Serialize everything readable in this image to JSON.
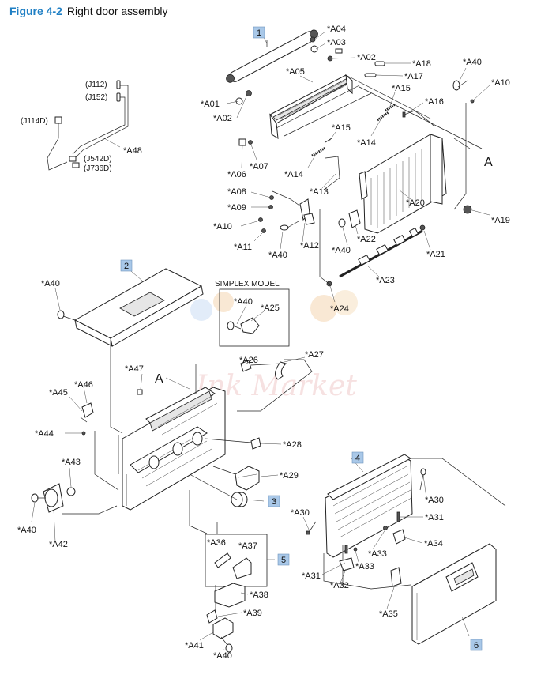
{
  "caption": {
    "figure": "Figure 4-2",
    "title": "Right door assembly"
  },
  "simplex_label": "SIMPLEX MODEL",
  "assembly_marker": "A",
  "assembly_marker_b": "A",
  "watermark": "Ink Market",
  "numbers": {
    "n1": "1",
    "n2": "2",
    "n3": "3",
    "n4": "4",
    "n5": "5",
    "n6": "6"
  },
  "connectors": {
    "j112": "(J112)",
    "j152": "(J152)",
    "j114d": "(J114D)",
    "j542d": "(J542D)",
    "j736d": "(J736D)"
  },
  "callouts": {
    "a04": "*A04",
    "a03": "*A03",
    "a02_top": "*A02",
    "a18": "*A18",
    "a17": "*A17",
    "a40_tr": "*A40",
    "a10_tr": "*A10",
    "a05": "*A05",
    "a15_top": "*A15",
    "a16": "*A16",
    "a01": "*A01",
    "a02_left": "*A02",
    "a15_mid": "*A15",
    "a14_right": "*A14",
    "a48": "*A48",
    "a06": "*A06",
    "a07": "*A07",
    "a14_left": "*A14",
    "a13": "*A13",
    "a20": "*A20",
    "a08": "*A08",
    "a09": "*A09",
    "a19": "*A19",
    "a10_mid": "*A10",
    "a22": "*A22",
    "a11": "*A11",
    "a40_mid": "*A40",
    "a12": "*A12",
    "a40_mid2": "*A40",
    "a21": "*A21",
    "a23": "*A23",
    "a40_left": "*A40",
    "a40_simplex": "*A40",
    "a25": "*A25",
    "a24": "*A24",
    "a47": "*A47",
    "a26": "*A26",
    "a27": "*A27",
    "a46": "*A46",
    "a45": "*A45",
    "a44": "*A44",
    "a28": "*A28",
    "a43": "*A43",
    "a29": "*A29",
    "a30_right": "*A30",
    "a30_left": "*A30",
    "a31_right": "*A31",
    "a40_bl": "*A40",
    "a42": "*A42",
    "a36": "*A36",
    "a37": "*A37",
    "a34": "*A34",
    "a33_right": "*A33",
    "a33_left": "*A33",
    "a38": "*A38",
    "a31_left": "*A31",
    "a32": "*A32",
    "a39": "*A39",
    "a35": "*A35",
    "a41": "*A41",
    "a40_bottom": "*A40"
  }
}
